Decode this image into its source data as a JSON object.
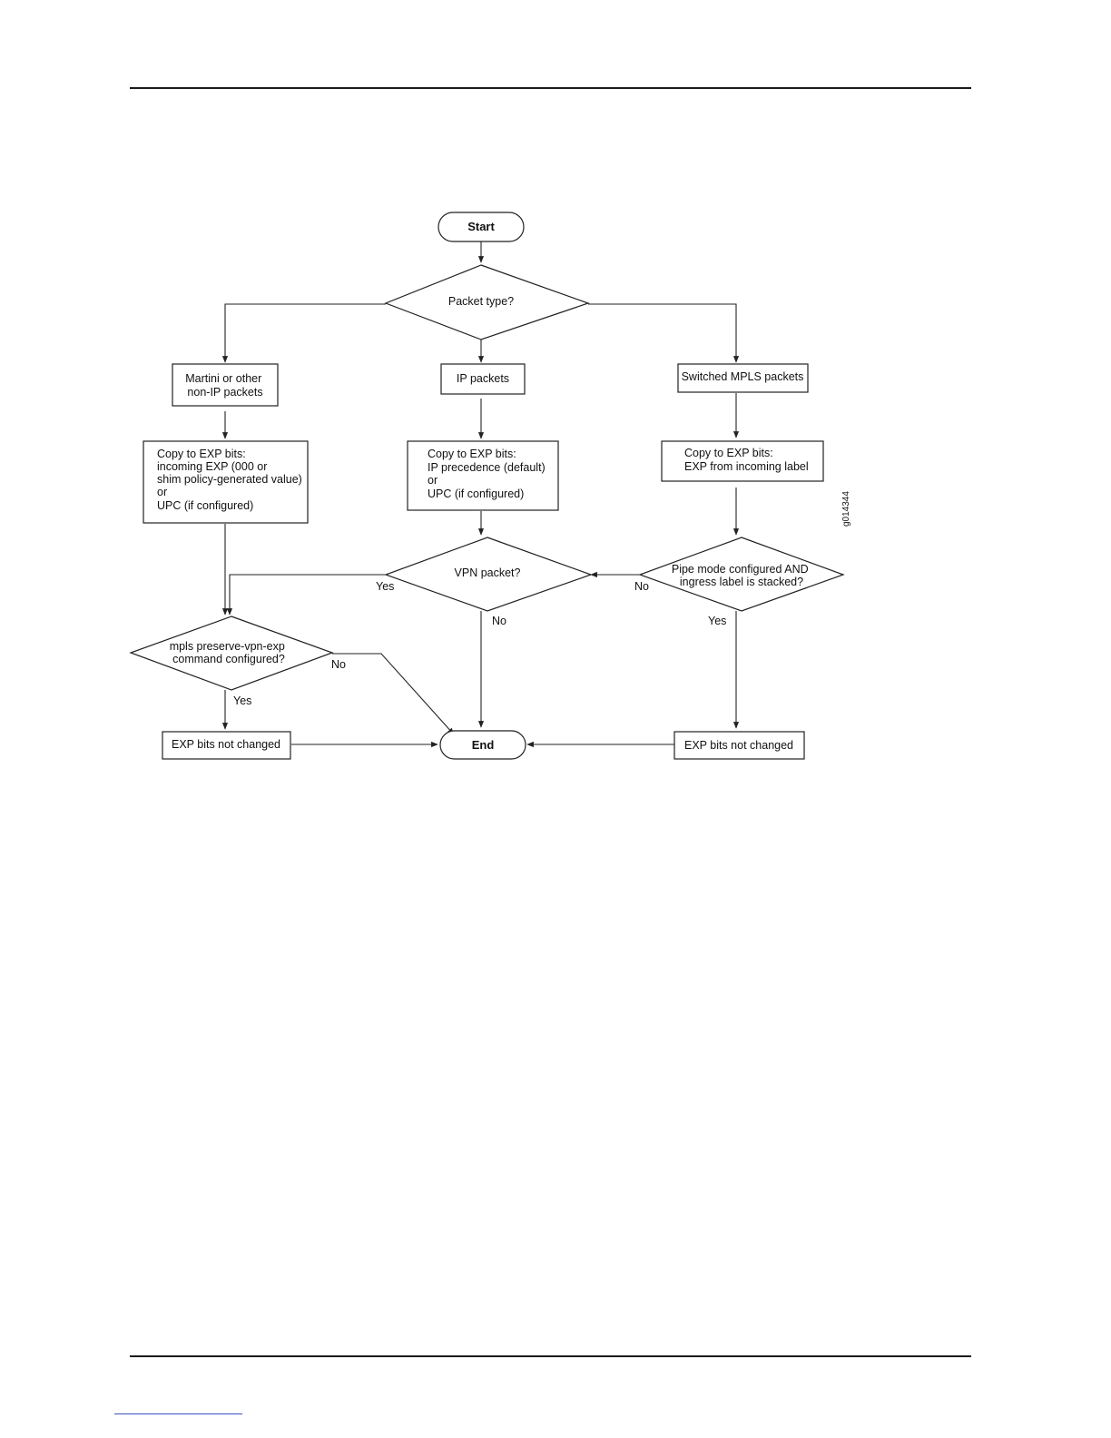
{
  "figure_id": "g014344",
  "nodes": {
    "start": "Start",
    "packet_type": "Packet type?",
    "martini": [
      "Martini or other",
      "non-IP packets"
    ],
    "ip_packets": "IP packets",
    "switched_mpls": "Switched MPLS packets",
    "copy_left": [
      "Copy to EXP bits:",
      "incoming EXP (000 or",
      "shim policy-generated value)",
      "or",
      "UPC (if configured)"
    ],
    "copy_mid": [
      "Copy to EXP bits:",
      "IP precedence (default)",
      "or",
      "UPC (if configured)"
    ],
    "copy_right": [
      "Copy to EXP bits:",
      "EXP from incoming label"
    ],
    "vpn_packet": "VPN packet?",
    "pipe_mode": [
      "Pipe mode configured AND",
      "ingress label is stacked?"
    ],
    "mpls_preserve": [
      "mpls preserve-vpn-exp",
      "command configured?"
    ],
    "exp_left": "EXP bits not changed",
    "end": "End",
    "exp_right": "EXP bits not changed"
  },
  "edge_labels": {
    "vpn_yes": "Yes",
    "vpn_no": "No",
    "pipe_no": "No",
    "pipe_yes": "Yes",
    "mpls_no": "No",
    "mpls_yes": "Yes"
  }
}
